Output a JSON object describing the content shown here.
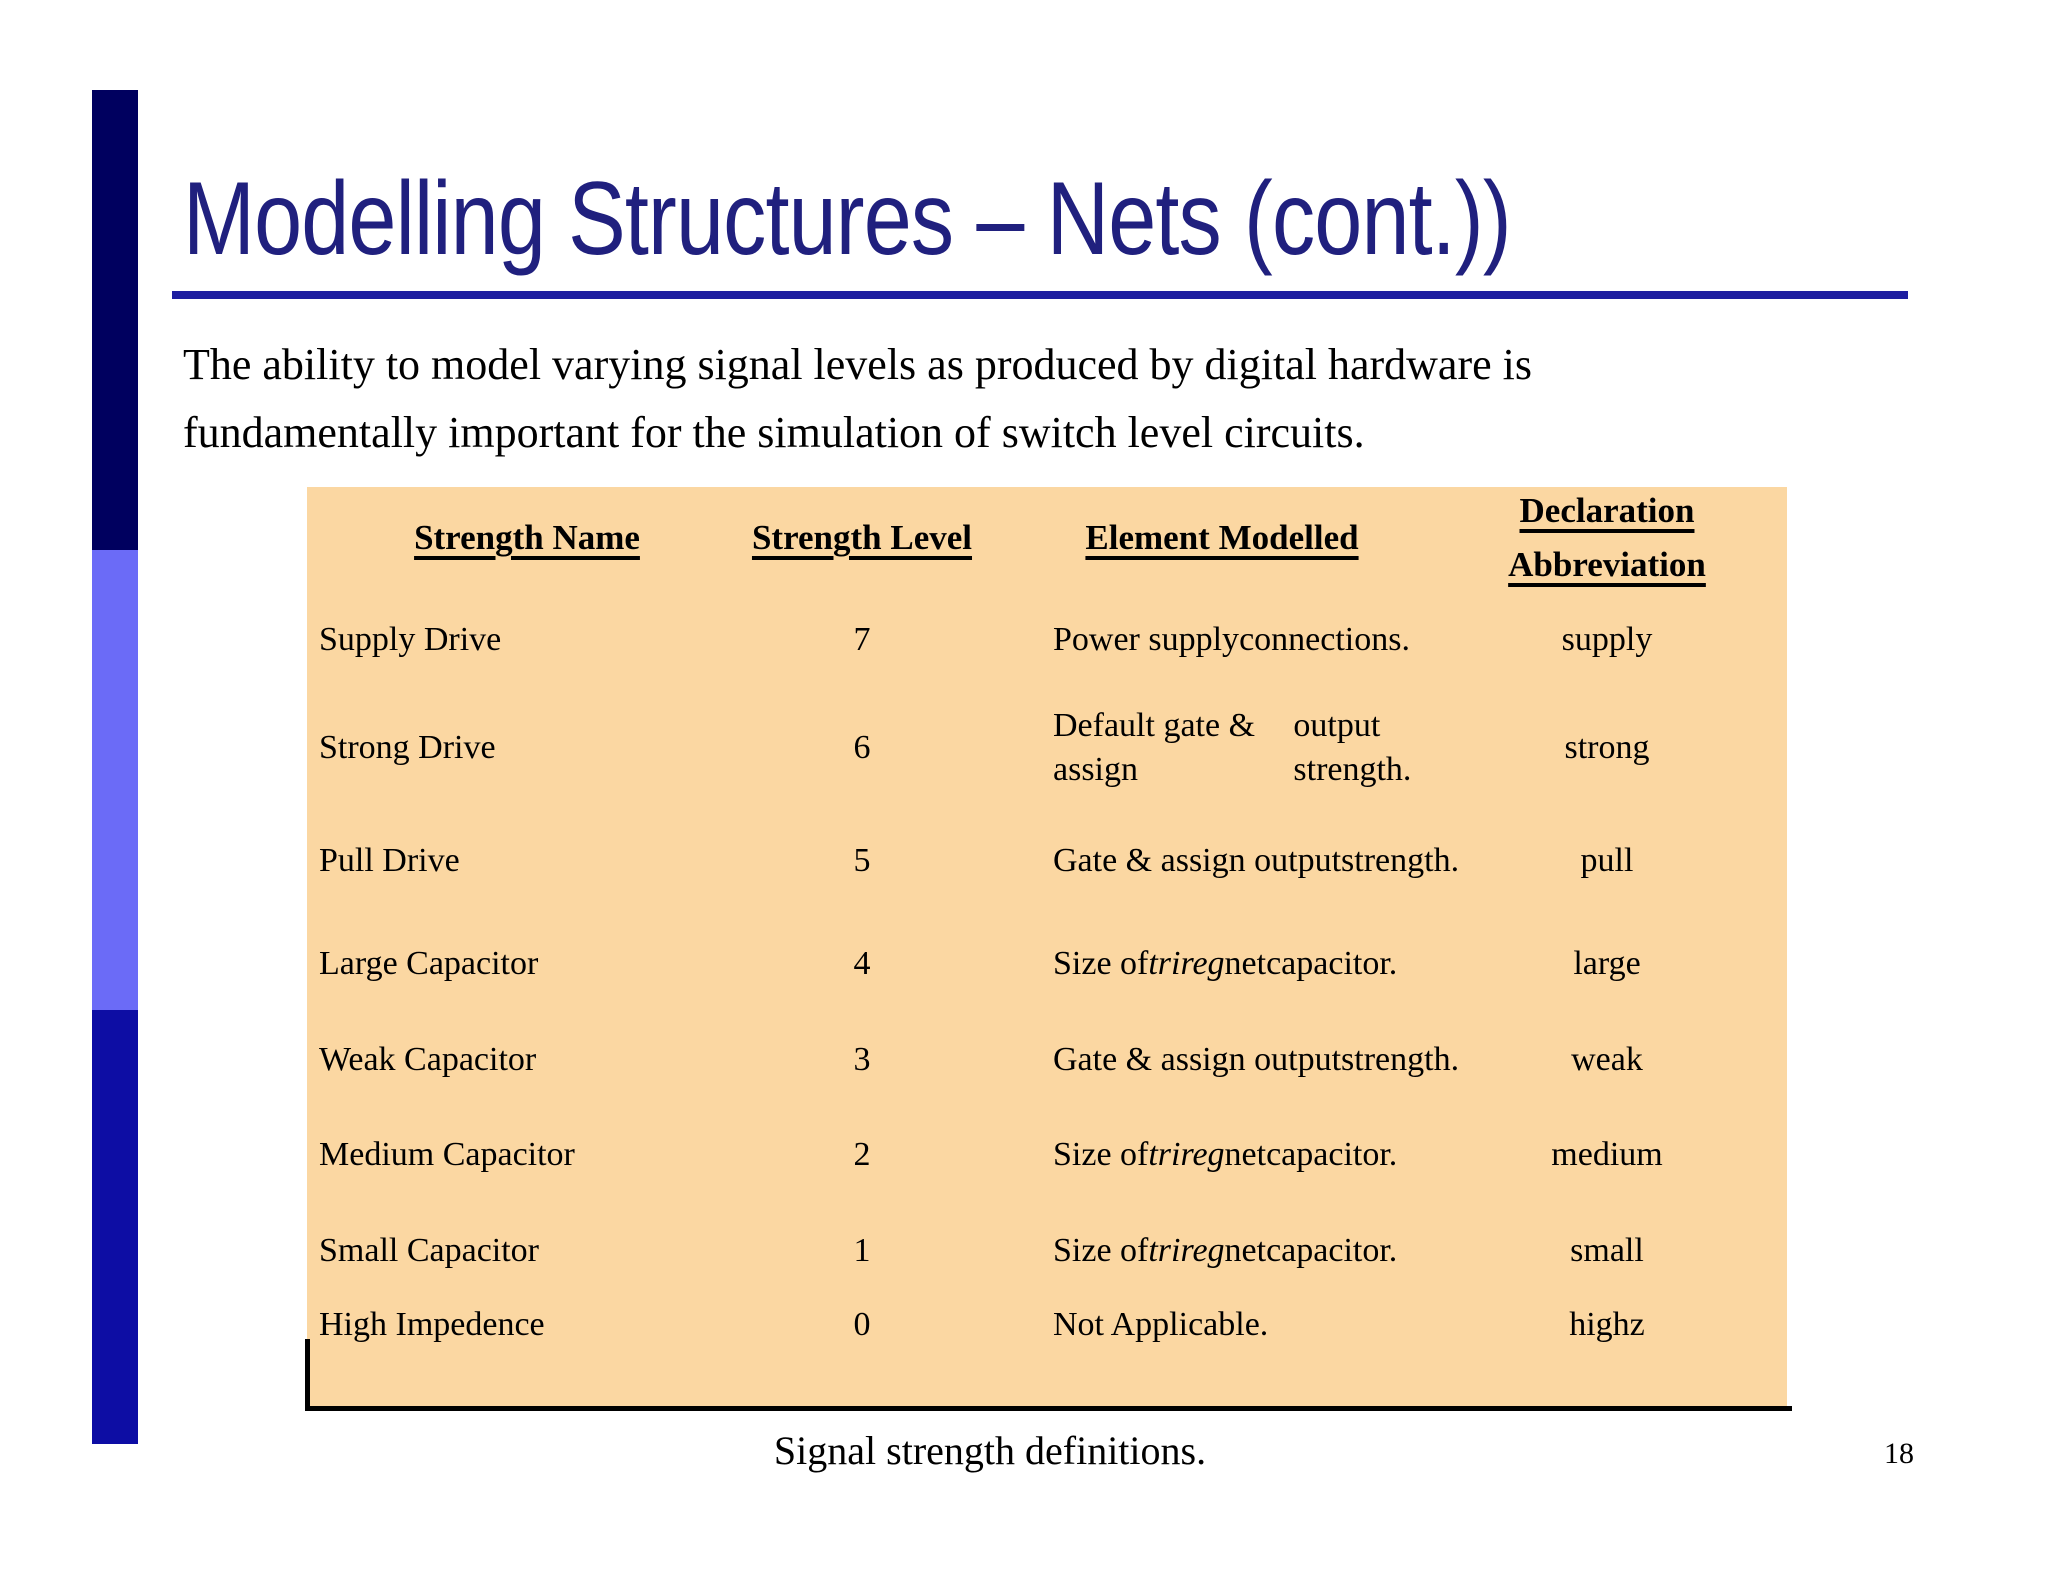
{
  "slide": {
    "title": "Modelling Structures – Nets (cont.))",
    "intro": "The ability to model varying signal levels as produced by digital hardware is\nfundamentally important for the simulation of switch level circuits.",
    "caption": "Signal strength definitions.",
    "page_number": "18"
  },
  "table": {
    "headers": [
      "Strength Name",
      "Strength Level",
      "Element Modelled",
      "Declaration\nAbbreviation"
    ],
    "rows": [
      {
        "name": "Supply Drive",
        "level": "7",
        "element": "Power supply\nconnections.",
        "abbr": "supply"
      },
      {
        "name": "Strong Drive",
        "level": "6",
        "element": "Default gate & assign\noutput strength.",
        "abbr": "strong"
      },
      {
        "name": "Pull Drive",
        "level": "5",
        "element": "Gate & assign output\nstrength.",
        "abbr": "pull"
      },
      {
        "name": "Large Capacitor",
        "level": "4",
        "element": "Size of *trireg* net\ncapacitor.",
        "abbr": "large"
      },
      {
        "name": "Weak Capacitor",
        "level": "3",
        "element": "Gate & assign output\nstrength.",
        "abbr": "weak"
      },
      {
        "name": "Medium Capacitor",
        "level": "2",
        "element": "Size of *trireg* net\ncapacitor.",
        "abbr": "medium"
      },
      {
        "name": "Small Capacitor",
        "level": "1",
        "element": "Size of *trireg* net\ncapacitor.",
        "abbr": "small"
      },
      {
        "name": "High Impedence",
        "level": "0",
        "element": "Not Applicable.",
        "abbr": "highz"
      }
    ]
  },
  "colors": {
    "title_text": "#20207e",
    "title_rule": "#1e1ea0",
    "table_bg": "#fbd7a2",
    "sidebar_top": "#00005f",
    "sidebar_middle": "#6b6bf7",
    "sidebar_bottom": "#0d0da4"
  }
}
